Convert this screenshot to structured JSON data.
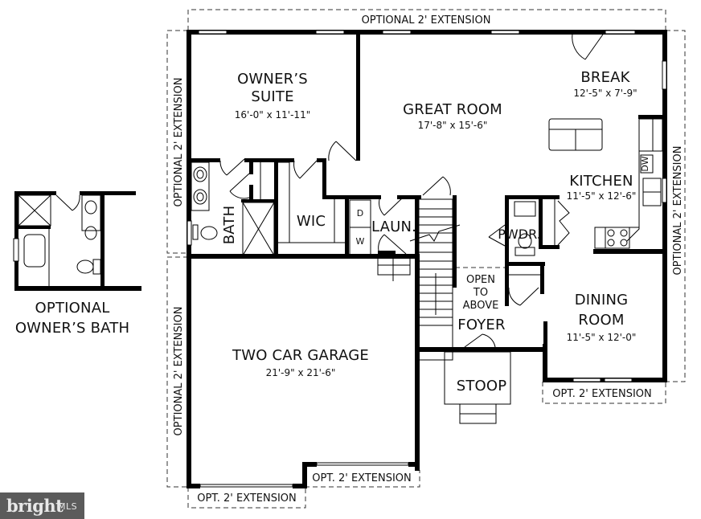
{
  "floorplan": {
    "rooms": {
      "owners_suite": {
        "name_line1": "OWNER’S",
        "name_line2": "SUITE",
        "dims": "16'-0\" x 11'-11\""
      },
      "great_room": {
        "name": "GREAT ROOM",
        "dims": "17'-8\" x 15'-6\""
      },
      "break": {
        "name": "BREAK",
        "dims": "12'-5\" x 7'-9\""
      },
      "kitchen": {
        "name": "KITCHEN",
        "dims": "11'-5\" x 12'-6\""
      },
      "bath": {
        "name": "BATH"
      },
      "wic": {
        "name": "WIC"
      },
      "laundry": {
        "name": "LAUN.",
        "dryer": "D",
        "washer": "W"
      },
      "powder": {
        "name": "PWDR."
      },
      "open_to_above": {
        "line1": "OPEN",
        "line2": "TO",
        "line3": "ABOVE"
      },
      "foyer": {
        "name": "FOYER"
      },
      "dining": {
        "name_line1": "DINING",
        "name_line2": "ROOM",
        "dims": "11'-5\" x 12'-0\""
      },
      "garage": {
        "name": "TWO CAR GARAGE",
        "dims": "21'-9\" x 21'-6\""
      },
      "stoop": {
        "name": "STOOP"
      },
      "dishwasher": {
        "name": "DW"
      }
    },
    "extensions": {
      "top": "OPTIONAL 2' EXTENSION",
      "left_upper": "OPTIONAL 2' EXTENSION",
      "left_lower": "OPTIONAL 2' EXTENSION",
      "right": "OPTIONAL 2' EXTENSION",
      "dining_bottom": "OPT. 2' EXTENSION",
      "garage_bottom_left": "OPT. 2' EXTENSION",
      "garage_bottom_right": "OPT. 2' EXTENSION"
    },
    "optional_bath": {
      "line1": "OPTIONAL",
      "line2": "OWNER’S BATH"
    }
  },
  "watermark": {
    "brand": "bright",
    "suffix": "MLS",
    "bg_color": "#5b5b5b"
  }
}
